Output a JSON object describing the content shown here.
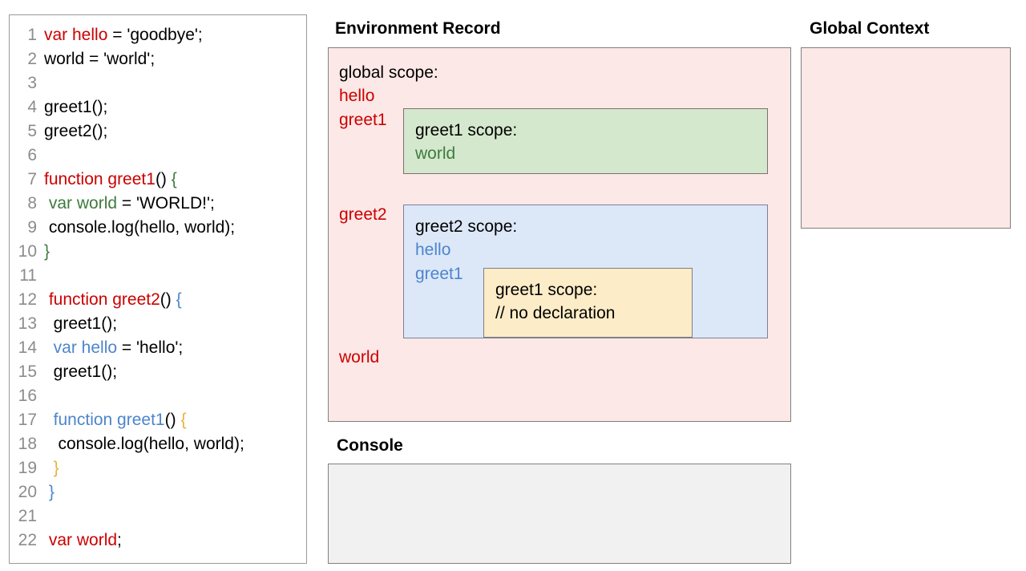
{
  "code_panel": {
    "name": "javascript-source-code",
    "lines": [
      {
        "num": "1",
        "tokens": [
          {
            "t": "var hello",
            "c": "red"
          },
          {
            "t": " = 'goodbye';",
            "c": "black"
          }
        ]
      },
      {
        "num": "2",
        "tokens": [
          {
            "t": "world = 'world';",
            "c": "black"
          }
        ]
      },
      {
        "num": "3",
        "tokens": [
          {
            "t": "",
            "c": "black"
          }
        ]
      },
      {
        "num": "4",
        "tokens": [
          {
            "t": "greet1();",
            "c": "black"
          }
        ]
      },
      {
        "num": "5",
        "tokens": [
          {
            "t": "greet2();",
            "c": "black"
          }
        ]
      },
      {
        "num": "6",
        "tokens": [
          {
            "t": "",
            "c": "black"
          }
        ]
      },
      {
        "num": "7",
        "tokens": [
          {
            "t": "function greet1",
            "c": "red"
          },
          {
            "t": "() ",
            "c": "black"
          },
          {
            "t": "{",
            "c": "green"
          }
        ]
      },
      {
        "num": "8",
        "tokens": [
          {
            "t": " ",
            "c": "black"
          },
          {
            "t": "var world",
            "c": "green"
          },
          {
            "t": " = 'WORLD!';",
            "c": "black"
          }
        ]
      },
      {
        "num": "9",
        "tokens": [
          {
            "t": " console.log(hello, world);",
            "c": "black"
          }
        ]
      },
      {
        "num": "10",
        "tokens": [
          {
            "t": "}",
            "c": "green"
          }
        ]
      },
      {
        "num": "11",
        "tokens": [
          {
            "t": "",
            "c": "black"
          }
        ]
      },
      {
        "num": "12",
        "tokens": [
          {
            "t": " ",
            "c": "black"
          },
          {
            "t": "function greet2",
            "c": "red"
          },
          {
            "t": "() ",
            "c": "black"
          },
          {
            "t": "{",
            "c": "blue"
          }
        ]
      },
      {
        "num": "13",
        "tokens": [
          {
            "t": "  greet1();",
            "c": "black"
          }
        ]
      },
      {
        "num": "14",
        "tokens": [
          {
            "t": "  ",
            "c": "black"
          },
          {
            "t": "var hello",
            "c": "blue"
          },
          {
            "t": " = 'hello';",
            "c": "black"
          }
        ]
      },
      {
        "num": "15",
        "tokens": [
          {
            "t": "  greet1();",
            "c": "black"
          }
        ]
      },
      {
        "num": "16",
        "tokens": [
          {
            "t": "",
            "c": "black"
          }
        ]
      },
      {
        "num": "17",
        "tokens": [
          {
            "t": "  ",
            "c": "black"
          },
          {
            "t": "function greet1",
            "c": "blue"
          },
          {
            "t": "() ",
            "c": "black"
          },
          {
            "t": "{",
            "c": "orange"
          }
        ]
      },
      {
        "num": "18",
        "tokens": [
          {
            "t": "   console.log(hello, world);",
            "c": "black"
          }
        ]
      },
      {
        "num": "19",
        "tokens": [
          {
            "t": "  ",
            "c": "black"
          },
          {
            "t": "}",
            "c": "orange"
          }
        ]
      },
      {
        "num": "20",
        "tokens": [
          {
            "t": " ",
            "c": "black"
          },
          {
            "t": "}",
            "c": "blue"
          }
        ]
      },
      {
        "num": "21",
        "tokens": [
          {
            "t": "",
            "c": "black"
          }
        ]
      },
      {
        "num": "22",
        "tokens": [
          {
            "t": " ",
            "c": "black"
          },
          {
            "t": "var world",
            "c": "red"
          },
          {
            "t": ";",
            "c": "black"
          }
        ]
      }
    ]
  },
  "environment_record": {
    "title": "Environment Record",
    "global_scope_label": "global scope:",
    "global_vars": [
      "hello",
      "greet1",
      "greet2",
      "world"
    ],
    "greet1_scope": {
      "title": "greet1 scope:",
      "vars": [
        "world"
      ]
    },
    "greet2_scope": {
      "title": "greet2 scope:",
      "vars": [
        "hello",
        "greet1"
      ],
      "inner_greet1_scope": {
        "title": "greet1 scope:",
        "note": "// no declaration"
      }
    }
  },
  "global_context": {
    "title": "Global Context",
    "content": ""
  },
  "console": {
    "title": "Console",
    "content": ""
  },
  "colors": {
    "red": "#cc0000",
    "green": "#3f7a3f",
    "blue": "#4d85cc",
    "orange": "#e8b23a",
    "black": "#000000",
    "line_number_gray": "#8c8c8c",
    "pink_panel": "#fce8e6",
    "green_box": "#d4e8cd",
    "blue_box": "#dce8f8",
    "yellow_box": "#fcecc7",
    "console_bg": "#f1f1f1",
    "border_gray": "#808080"
  }
}
